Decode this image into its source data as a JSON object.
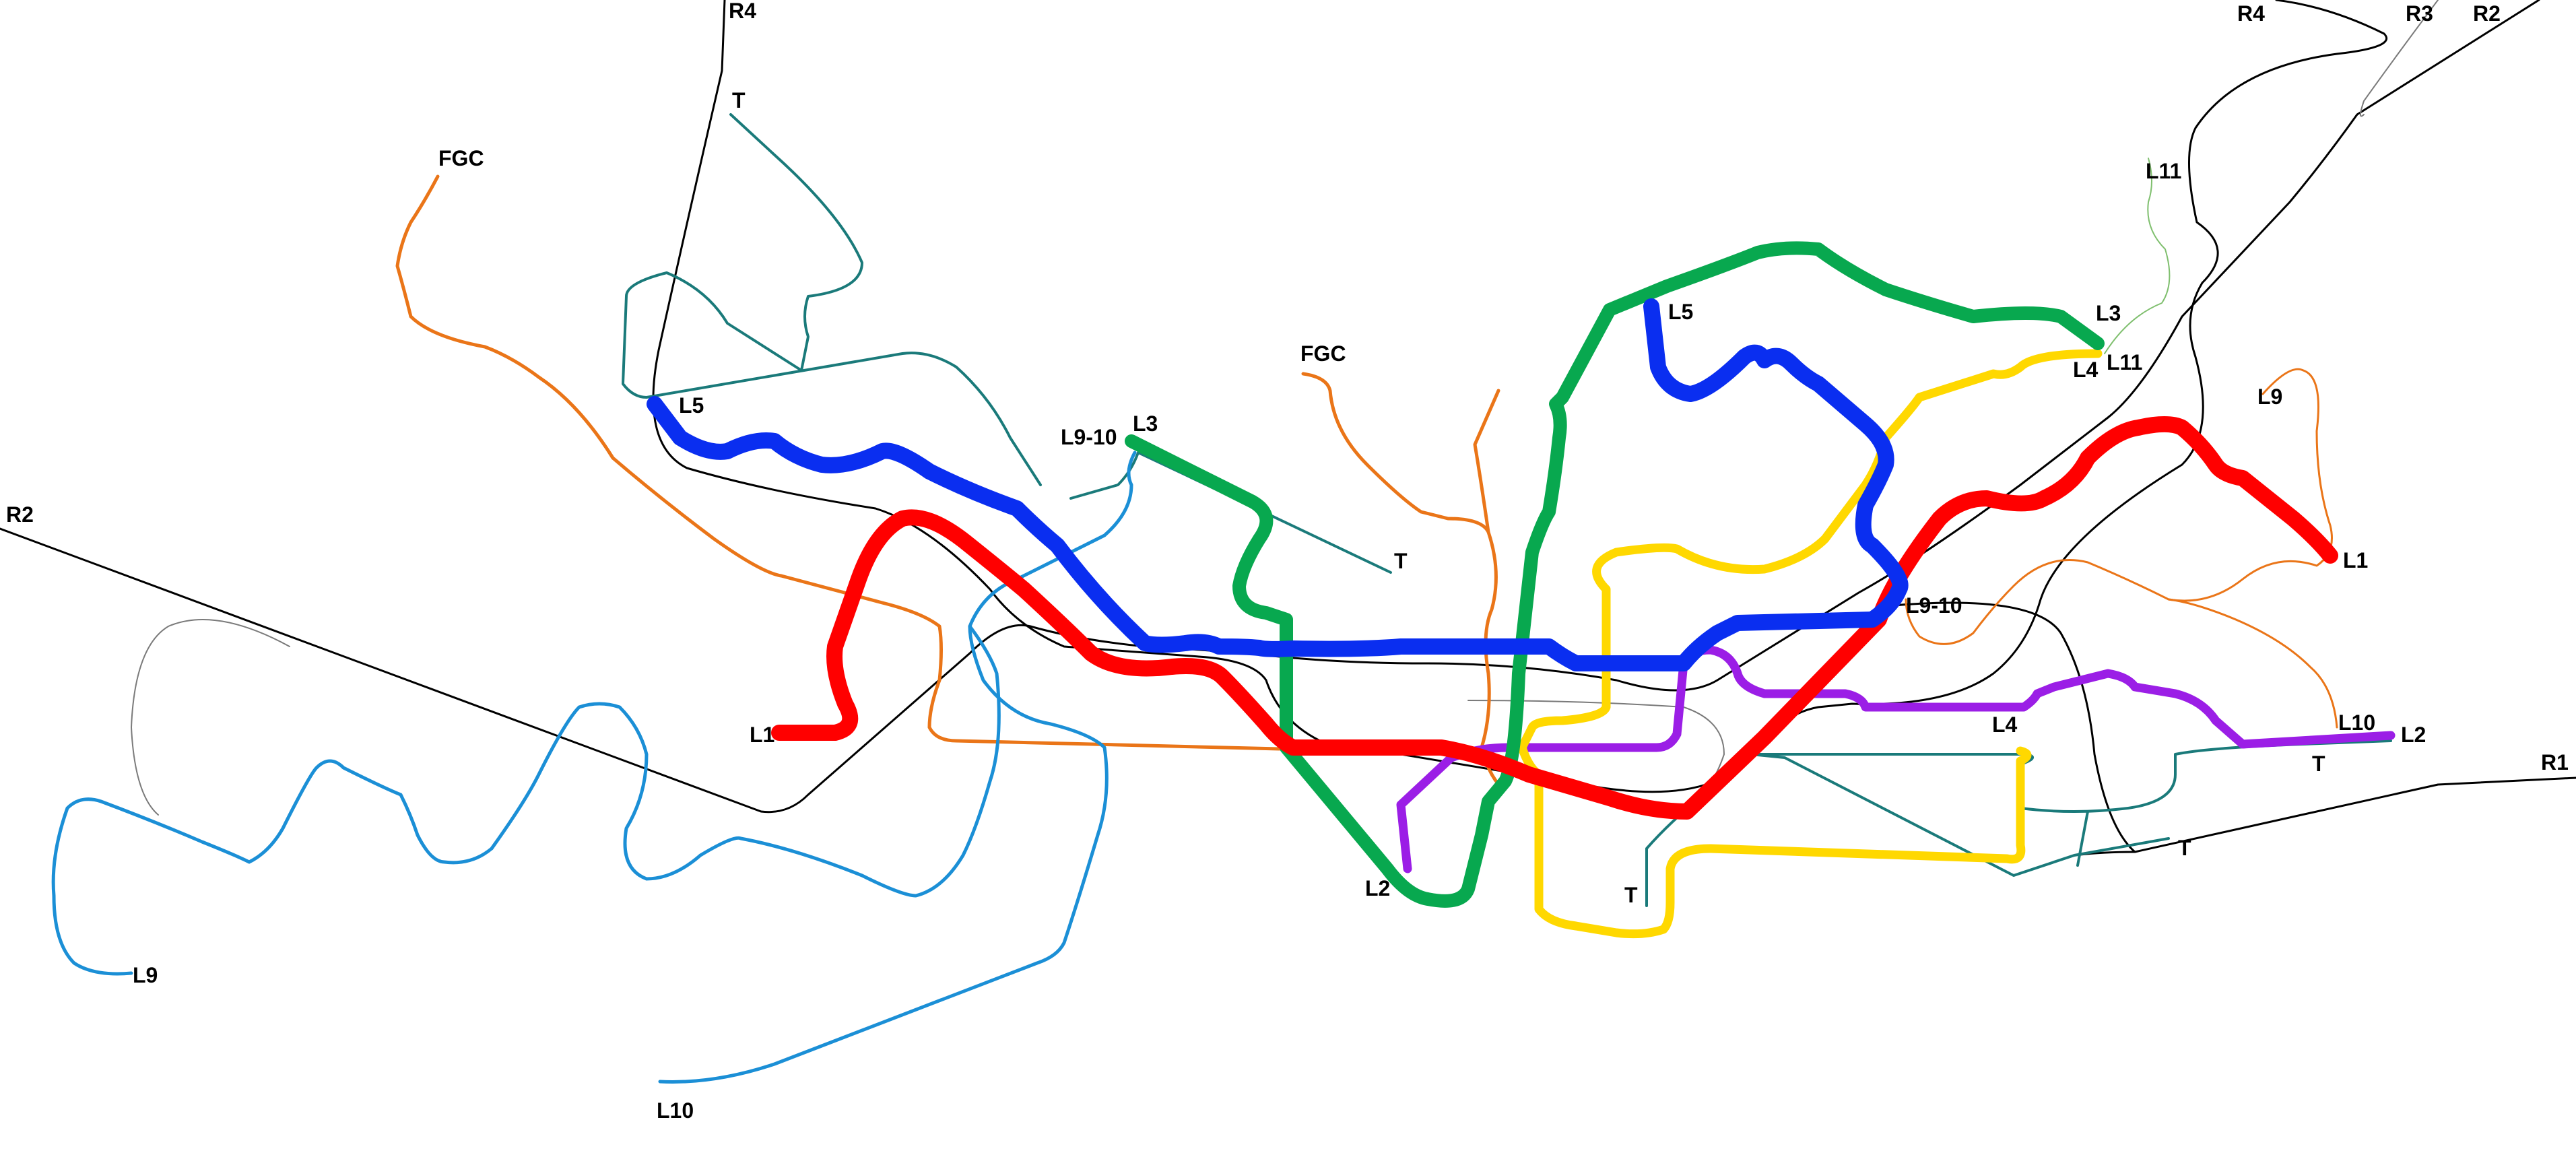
{
  "colors": {
    "L1": "#ff0000",
    "L2": "#9b1ee6",
    "L3": "#08a84f",
    "L4": "#ffd800",
    "L5": "#0a2ef0",
    "L9": "#1b8fd6",
    "L10": "#1b8fd6",
    "L11": "#7fbf6e",
    "FGC": "#ea7518",
    "T": "#1a7a7a",
    "R": "#000000",
    "R_branch": "#7a7a7a"
  },
  "labels": {
    "r4_top": "R4",
    "t_top": "T",
    "fgc_left": "FGC",
    "l5_west": "L5",
    "r2_west": "R2",
    "l9_10_junction": "L9-10",
    "l3_west": "L3",
    "fgc_center": "FGC",
    "t_center": "T",
    "l1_west": "L1",
    "l2_south": "L2",
    "t_south": "T",
    "l9_west": "L9",
    "l10_south": "L10",
    "l5_east": "L5",
    "l3_east": "L3",
    "l4_east": "L4",
    "l11_end": "L11",
    "l11_top": "L11",
    "r4_right": "R4",
    "r3_right": "R3",
    "r2_right": "R2",
    "l9_east": "L9",
    "l1_east": "L1",
    "l9_10_east": "L9-10",
    "l4_mid": "L4",
    "l10_east": "L10",
    "l2_east": "L2",
    "t_east": "T",
    "r1_east": "R1",
    "t_southeast": "T"
  }
}
